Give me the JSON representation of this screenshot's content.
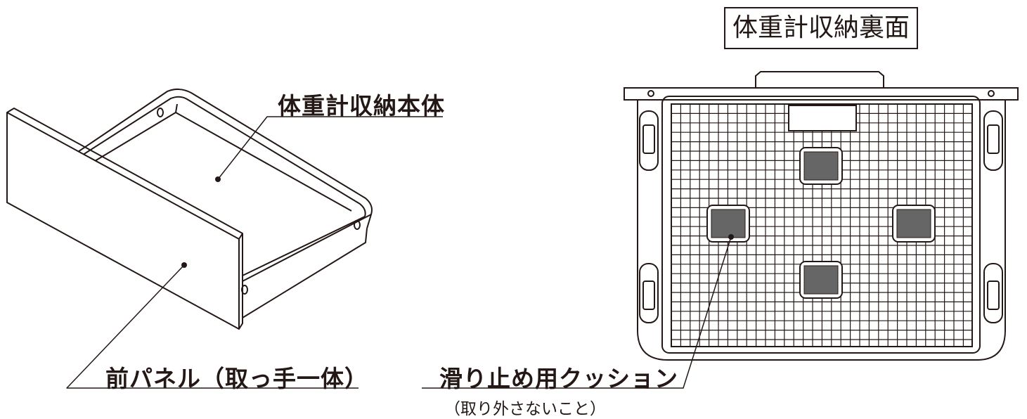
{
  "labels": {
    "title": "体重計収納裏面",
    "main_body": "体重計収納本体",
    "front_panel": "前パネル（取っ手一体）",
    "cushion": "滑り止め用クッション",
    "cushion_note": "（取り外さないこと）"
  }
}
